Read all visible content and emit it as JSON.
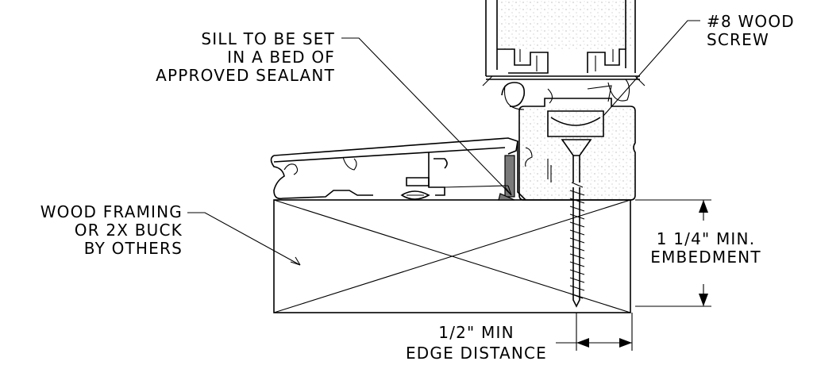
{
  "callouts": {
    "sill_sealant": [
      "SILL TO BE SET",
      "IN A BED OF",
      "APPROVED SEALANT"
    ],
    "screw": [
      "#8 WOOD",
      "SCREW"
    ],
    "framing": [
      "WOOD FRAMING",
      "OR 2X BUCK",
      "BY OTHERS"
    ],
    "embedment": [
      "1 1/4\" MIN.",
      "EMBEDMENT"
    ],
    "edge_distance": [
      "1/2\" MIN",
      "EDGE DISTANCE"
    ]
  }
}
